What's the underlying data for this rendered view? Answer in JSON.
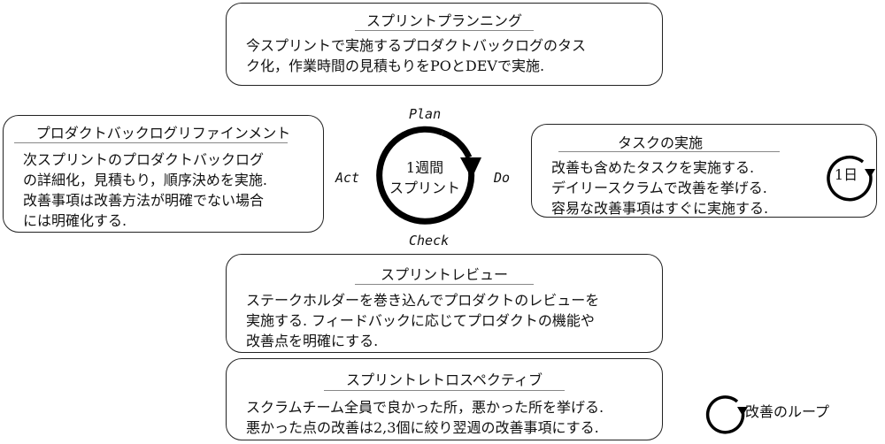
{
  "planning": {
    "title": "スプリントプランニング",
    "lines": [
      "今スプリントで実施するプロダクトバックログのタス",
      "ク化，作業時間の見積もりをPOとDEVで実施."
    ]
  },
  "refinement": {
    "title": "プロダクトバックログリファインメント",
    "lines": [
      "次スプリントのプロダクトバックログ",
      "の詳細化，見積もり，順序決めを実施.",
      "改善事項は改善方法が明確でない場合",
      "には明確化する."
    ]
  },
  "tasks": {
    "title": "タスクの実施",
    "lines": [
      "改善も含めたタスクを実施する.",
      "デイリースクラムで改善を挙げる.",
      "容易な改善事項はすぐに実施する."
    ],
    "cycle_label": "1日"
  },
  "review": {
    "title": "スプリントレビュー",
    "lines": [
      "ステークホルダーを巻き込んでプロダクトのレビューを",
      "実施する. フィードバックに応じてプロダクトの機能や",
      "改善点を明確にする."
    ]
  },
  "retro": {
    "title": "スプリントレトロスペクティブ",
    "lines": [
      "スクラムチーム全員で良かった所，悪かった所を挙げる.",
      "悪かった点の改善は2,3個に絞り翌週の改善事項にする."
    ]
  },
  "cycle": {
    "line1": "1週間",
    "line2": "スプリント",
    "plan": "Plan",
    "do": "Do",
    "check": "Check",
    "act": "Act"
  },
  "legend": {
    "label": "改善のループ"
  }
}
